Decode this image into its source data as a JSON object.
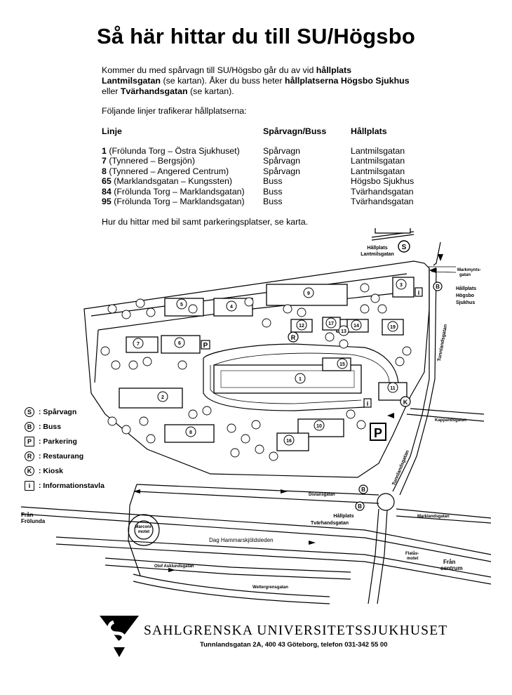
{
  "title": "Så här hittar du till SU/Högsbo",
  "intro": {
    "p1": "Kommer du med spårvagn till SU/Högsbo går du av vid ",
    "p1_b1": "hållplats Lantmilsgatan",
    "p2": " (se kartan). Åker du buss heter ",
    "p2_b1": "hållplatserna Högsbo Sjukhus",
    "p3": " eller ",
    "p3_b1": "Tvärhandsgatan",
    "p4": " (se kartan)."
  },
  "lines_intro": "Följande linjer trafikerar hållplatserna:",
  "table": {
    "headers": [
      "Linje",
      "Spårvagn/Buss",
      "Hållplats"
    ],
    "rows": [
      {
        "num": "1",
        "route": " (Frölunda Torg – Östra Sjukhuset)",
        "type": "Spårvagn",
        "stop": "Lantmilsgatan"
      },
      {
        "num": "7",
        "route": " (Tynnered – Bergsjön)",
        "type": "Spårvagn",
        "stop": "Lantmilsgatan"
      },
      {
        "num": "8",
        "route": " (Tynnered – Angered Centrum)",
        "type": "Spårvagn",
        "stop": "Lantmilsgatan"
      },
      {
        "num": "65",
        "route": " (Marklandsgatan – Kungssten)",
        "type": "Buss",
        "stop": "Högsbo Sjukhus"
      },
      {
        "num": "84",
        "route": " (Frölunda Torg – Marklandsgatan)",
        "type": "Buss",
        "stop": "Tvärhandsgatan"
      },
      {
        "num": "95",
        "route": " (Frölunda Torg – Marklandsgatan)",
        "type": "Buss",
        "stop": "Tvärhandsgatan"
      }
    ]
  },
  "parking_note": "Hur du hittar med bil samt parkeringsplatser, se karta.",
  "legend": [
    {
      "symbol": "S",
      "label": ": Spårvagn"
    },
    {
      "symbol": "B",
      "label": ": Buss"
    },
    {
      "symbol": "P",
      "label": ": Parkering"
    },
    {
      "symbol": "R",
      "label": ": Restaurang"
    },
    {
      "symbol": "K",
      "label": ": Kiosk"
    },
    {
      "symbol": "i",
      "label": ": Informationstavla"
    }
  ],
  "map": {
    "stop_lantmilsgatan_1": "Hållplats",
    "stop_lantmilsgatan_2": "Lantmilsgatan",
    "markmyntsgatan_1": "Markmynts-",
    "markmyntsgatan_2": "gatan",
    "stop_hogsbo_1": "Hållplats",
    "stop_hogsbo_2": "Högsbo",
    "stop_hogsbo_3": "Sjukhus",
    "tunnlandsgatan_upper": "Tunnlandsgatan",
    "tunnlandsgatan_lower": "Tunnlandsgatan",
    "kappansgatan": "Kappandsgatan",
    "distansgatan": "Distansgatan",
    "stop_tvarhand_1": "Hållplats",
    "stop_tvarhand_2": "Tvärhandsgatan",
    "marklandsgatan": "Marklandsgatan",
    "fran_frolunda_1": "Från",
    "fran_frolunda_2": "Frölunda",
    "marconimotet_1": "Marconi-",
    "marconimotet_2": "motet",
    "dag_hammarskjold": "Dag Hammarskjöldsleden",
    "olof_asklund": "Olof Asklundsgatan",
    "flatmotet_1": "Flatås-",
    "flatmotet_2": "motet",
    "fran_centrum_1": "Från",
    "fran_centrum_2": "centrum",
    "wettergrensgatan": "Wettergrensgatan",
    "building_numbers": [
      "1",
      "2",
      "3",
      "4",
      "5",
      "6",
      "7",
      "8",
      "9",
      "10",
      "11",
      "12",
      "13",
      "14",
      "15",
      "16",
      "17",
      "19"
    ]
  },
  "footer": {
    "name": "SAHLGRENSKA UNIVERSITETSSJUKHUSET",
    "address": "Tunnlandsgatan 2A, 400 43 Göteborg, telefon 031-342 55 00"
  }
}
